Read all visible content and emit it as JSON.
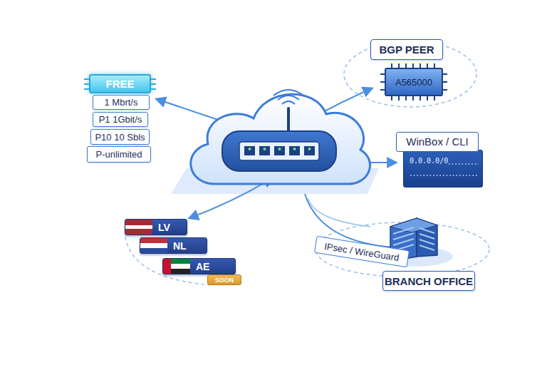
{
  "diagram": {
    "nodes": [
      {
        "text": [
          "BGP PEER"
        ]
      },
      {
        "text": [
          "A565000"
        ]
      },
      {
        "text": [
          "FREE"
        ]
      },
      {
        "text": [
          "1 Mbrt/s"
        ]
      },
      {
        "text": [
          "P1 1Gbit/s"
        ]
      },
      {
        "text": [
          "P10 10 Sbls"
        ]
      },
      {
        "text": [
          "P-unlimited"
        ]
      },
      {
        "text": [
          "WinBox / CLI",
          "0.0.0.0/0"
        ]
      },
      {
        "text": [
          "LV"
        ]
      },
      {
        "text": [
          "NL"
        ]
      },
      {
        "text": [
          "AE"
        ]
      },
      {
        "text": [
          "SOON"
        ],
        "in": 10
      },
      {
        "text": [
          "IPsec / WireGuard"
        ]
      },
      {
        "text": [
          "BRANCH OFFICE"
        ]
      }
    ]
  }
}
